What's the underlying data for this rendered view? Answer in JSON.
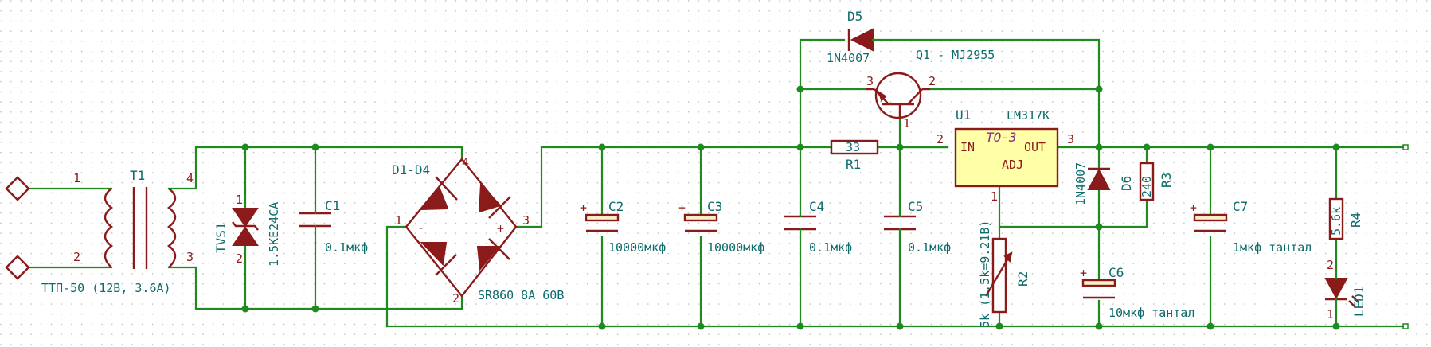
{
  "transformer": {
    "ref": "T1",
    "value": "ТТП-50 (12В, 3.6А)",
    "pin1": "1",
    "pin2": "2",
    "pin3": "3",
    "pin4": "4"
  },
  "tvs": {
    "ref": "TVS1",
    "value": "1.5KE24CA",
    "pin1": "1",
    "pin2": "2"
  },
  "c1": {
    "ref": "C1",
    "value": "0.1мкф"
  },
  "bridge": {
    "ref": "D1-D4",
    "value": "SR860 8А 60В",
    "pin1": "1",
    "pin2": "2",
    "pin3": "3",
    "pin4": "4",
    "minus": "-",
    "plus": "+"
  },
  "c2": {
    "ref": "C2",
    "value": "10000мкф"
  },
  "c3": {
    "ref": "C3",
    "value": "10000мкф"
  },
  "c4": {
    "ref": "C4",
    "value": "0.1мкф"
  },
  "c5": {
    "ref": "C5",
    "value": "0.1мкф"
  },
  "d5": {
    "ref": "D5",
    "value": "1N4007"
  },
  "q1": {
    "label": "Q1 - MJ2955",
    "pin1": "1",
    "pin2": "2",
    "pin3": "3"
  },
  "r1": {
    "ref": "R1",
    "value": "33"
  },
  "u1": {
    "ref": "U1",
    "value": "LM317K",
    "package": "TO-3",
    "in": "IN",
    "out": "OUT",
    "adj": "ADJ",
    "pin1": "1",
    "pin2": "2",
    "pin3": "3"
  },
  "d6": {
    "ref": "D6",
    "value": "1N4007"
  },
  "r3": {
    "ref": "R3",
    "value": "240"
  },
  "r2": {
    "ref": "R2",
    "value": "5k (1.5k=9.21В)"
  },
  "c6": {
    "ref": "C6",
    "value": "10мкф тантал"
  },
  "c7": {
    "ref": "C7",
    "value": "1мкф тантал"
  },
  "r4": {
    "ref": "R4",
    "value": "5.6k"
  },
  "led": {
    "ref": "LED1",
    "pin1": "1",
    "pin2": "2"
  },
  "colors": {
    "wire": "#1f8a1f",
    "component": "#8b1a1a",
    "text": "#0d6b6b",
    "background": "#ffffff"
  }
}
